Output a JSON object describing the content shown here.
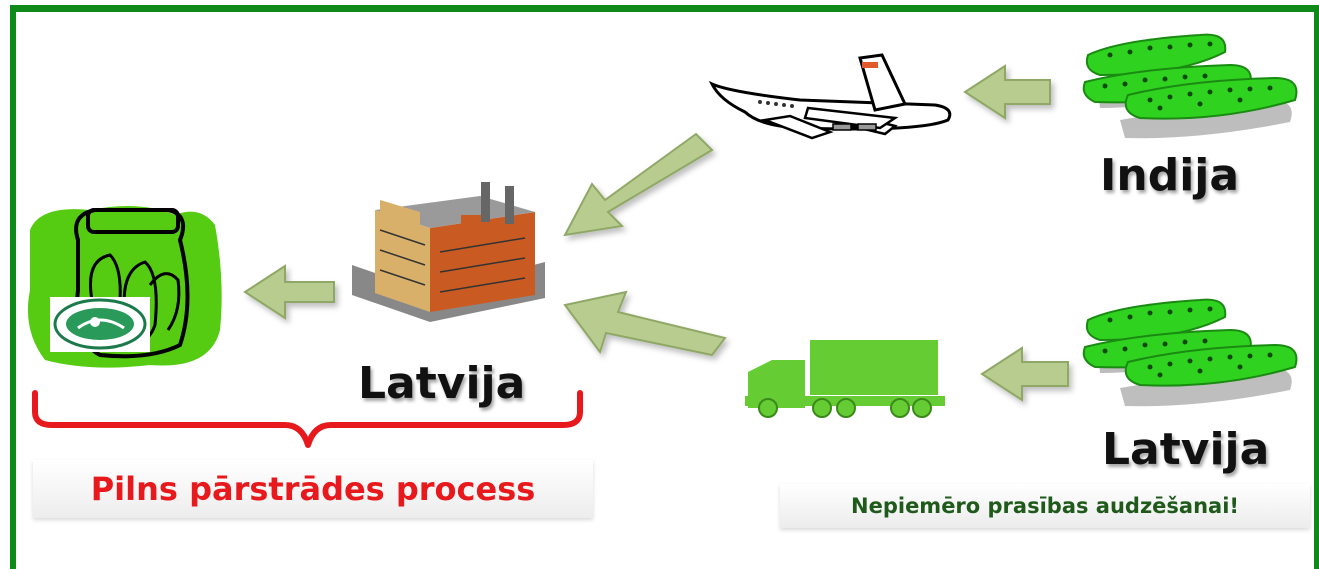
{
  "labels": {
    "factory_country": "Latvija",
    "india_country": "Indija",
    "local_country": "Latvija"
  },
  "caption": "Pilns pārstrādes process",
  "note": "Nepiemēro prasības audzēšanai!",
  "colors": {
    "frame": "#0f8a1a",
    "arrow_fill": "#b9cc8f",
    "arrow_stroke": "#8fa866",
    "cucumber": "#2fd31f",
    "truck": "#66cc33",
    "caption_text": "#e8191d",
    "note_text": "#1f5a1b",
    "brace": "#e8191d"
  },
  "icons": {
    "jar": "pickle-jar-icon",
    "factory": "factory-icon",
    "plane": "airplane-icon",
    "truck": "truck-icon",
    "cucumbers": "cucumbers-icon"
  }
}
